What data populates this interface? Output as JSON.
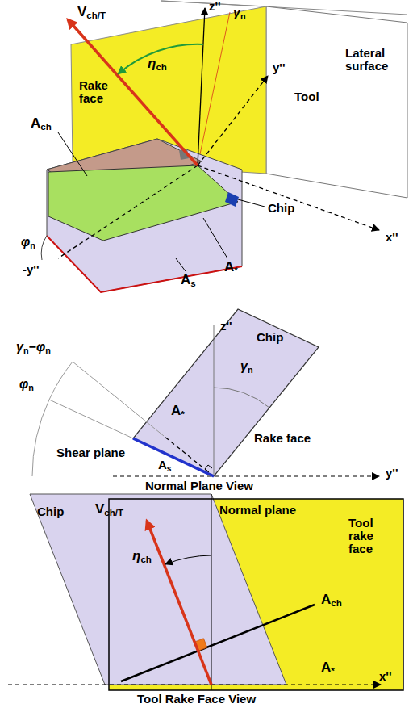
{
  "diagram": {
    "labels": [
      "Vch/T",
      "z''",
      "γn",
      "ηch",
      "y''",
      "Rake face",
      "Tool",
      "Lateral surface",
      "Ach",
      "Chip",
      "φn",
      "-y''",
      "As",
      "A*",
      "x''",
      "z''",
      "Chip",
      "γn−φn",
      "γn",
      "φn",
      "A*",
      "Shear plane",
      "As",
      "Rake face",
      "Normal Plane View",
      "y''",
      "Chip",
      "Vch/T",
      "ηch",
      "Normal plane",
      "Tool rake face",
      "Ach",
      "A*",
      "x''",
      "Tool Rake Face View"
    ]
  }
}
